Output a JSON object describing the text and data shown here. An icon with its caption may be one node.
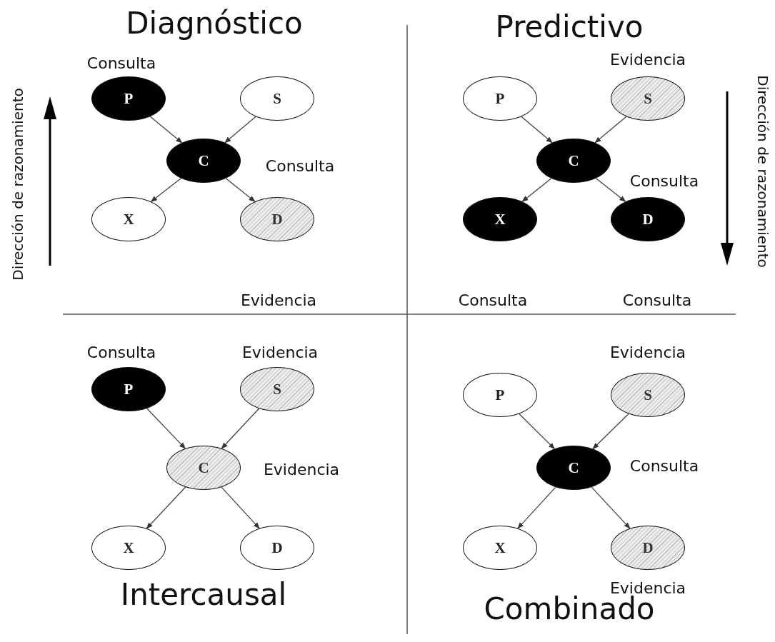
{
  "diagram": {
    "nodes": [
      {
        "text": [
          "P"
        ],
        "beside": [
          "Consulta"
        ]
      },
      {
        "text": [
          "S"
        ]
      },
      {
        "text": [
          "C"
        ],
        "beside": [
          "Consulta"
        ]
      },
      {
        "text": [
          "X"
        ]
      },
      {
        "text": [
          "D"
        ],
        "beside": [
          "Evidencia"
        ]
      },
      {
        "text": [
          "P"
        ]
      },
      {
        "text": [
          "S"
        ],
        "beside": [
          "Evidencia"
        ]
      },
      {
        "text": [
          "C"
        ],
        "beside": [
          "Consulta"
        ]
      },
      {
        "text": [
          "X"
        ],
        "beside": [
          "Consulta"
        ]
      },
      {
        "text": [
          "D"
        ],
        "beside": [
          "Consulta"
        ]
      },
      {
        "text": [
          "P"
        ],
        "beside": [
          "Consulta"
        ]
      },
      {
        "text": [
          "S"
        ],
        "beside": [
          "Evidencia"
        ]
      },
      {
        "text": [
          "C"
        ],
        "beside": [
          "Evidencia"
        ]
      },
      {
        "text": [
          "X"
        ]
      },
      {
        "text": [
          "D"
        ]
      },
      {
        "text": [
          "P"
        ]
      },
      {
        "text": [
          "S"
        ],
        "beside": [
          "Evidencia"
        ]
      },
      {
        "text": [
          "C"
        ],
        "beside": [
          "Consulta"
        ]
      },
      {
        "text": [
          "X"
        ]
      },
      {
        "text": [
          "D"
        ],
        "beside": [
          "Evidencia"
        ]
      }
    ],
    "edges": [
      {
        "from": 0,
        "to": 2,
        "arrow": "to"
      },
      {
        "from": 1,
        "to": 2,
        "arrow": "to"
      },
      {
        "from": 2,
        "to": 3,
        "arrow": "to"
      },
      {
        "from": 2,
        "to": 4,
        "arrow": "to"
      },
      {
        "from": 5,
        "to": 7,
        "arrow": "to"
      },
      {
        "from": 6,
        "to": 7,
        "arrow": "to"
      },
      {
        "from": 7,
        "to": 8,
        "arrow": "to"
      },
      {
        "from": 7,
        "to": 9,
        "arrow": "to"
      },
      {
        "from": 10,
        "to": 12,
        "arrow": "to"
      },
      {
        "from": 11,
        "to": 12,
        "arrow": "to"
      },
      {
        "from": 12,
        "to": 13,
        "arrow": "to"
      },
      {
        "from": 12,
        "to": 14,
        "arrow": "to"
      },
      {
        "from": 15,
        "to": 17,
        "arrow": "to"
      },
      {
        "from": 16,
        "to": 17,
        "arrow": "to"
      },
      {
        "from": 17,
        "to": 18,
        "arrow": "to"
      },
      {
        "from": 17,
        "to": 19,
        "arrow": "to"
      }
    ],
    "labels": [
      "Diagnóstico",
      "Predictivo",
      "Dirección de razonamiento",
      "Dirección de razonamiento",
      "Intercausal",
      "Combinado"
    ]
  }
}
